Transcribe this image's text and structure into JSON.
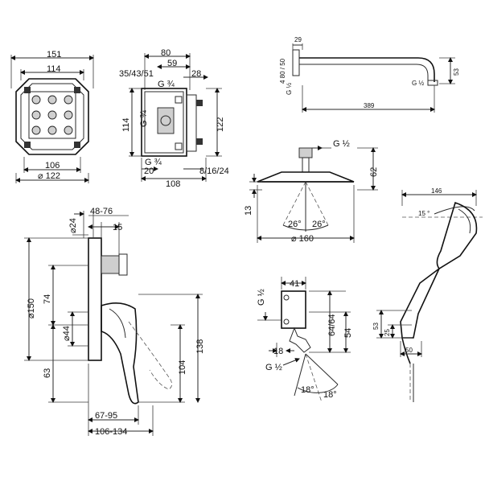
{
  "dims": {
    "box_front": {
      "w_outer": "151",
      "w_inner": "114",
      "b_inner": "106",
      "b_dia": "⌀ 122"
    },
    "box_side": {
      "top1": "80",
      "top2": "59",
      "depths": "35/43/51",
      "top3": "28",
      "g_top": "G ¾",
      "g_left": "G ¾",
      "g_bottom": "G ¾",
      "h_left": "114",
      "h_right": "122",
      "b1": "20",
      "b2": "108",
      "b3": "8/16/24"
    },
    "arm": {
      "w1": "29",
      "v1": "4 80 / 50",
      "g": "G ½",
      "g2": "G ½",
      "len": "389",
      "h": "53"
    },
    "head": {
      "g": "G ½",
      "h": "62",
      "h2": "13",
      "ang1": "26°",
      "ang2": "26°",
      "dia": "⌀ 160"
    },
    "mixer": {
      "d1": "⌀24",
      "d2": "48-76",
      "d3": "15",
      "d4": "⌀150",
      "d5": "74",
      "d6": "⌀44",
      "d7": "63",
      "d8": "104",
      "d9": "138",
      "d10": "67-95",
      "d11": "106-134"
    },
    "elbow": {
      "g_top": "G ½",
      "w": "41",
      "h1": "64/64",
      "h2": "54",
      "w2": "18",
      "g_bottom": "G ½",
      "a1": "18°",
      "a2": "18°"
    },
    "handshower": {
      "w": "146",
      "ang": "15 °",
      "h1": "53",
      "h2": "25",
      "w2": "50"
    }
  }
}
